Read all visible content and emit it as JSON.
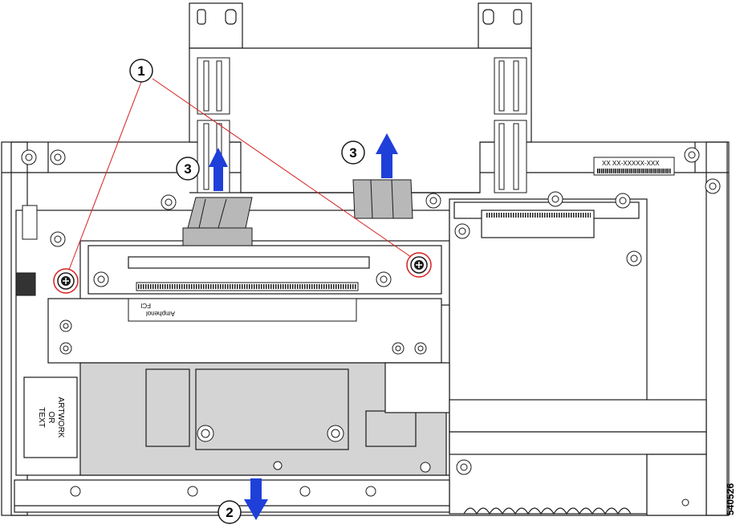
{
  "figure": {
    "figure_id": "540526",
    "connector_label": "Amphenol",
    "connector_label_2": "FCI",
    "artwork_label": [
      "TEXT",
      "OR",
      "ARTWORK"
    ],
    "barcode_text": "XX XX-XXXXX-XXX"
  },
  "callouts": [
    {
      "number": "1"
    },
    {
      "number": "2"
    },
    {
      "number": "3"
    },
    {
      "number": "3"
    }
  ],
  "colors": {
    "arrow": "#1f3fd9",
    "callout_line": "#d61f1f",
    "tray_fill": "#d4d4d4",
    "cable_fill": "#b8b8b8",
    "line": "#1a1a1a"
  }
}
